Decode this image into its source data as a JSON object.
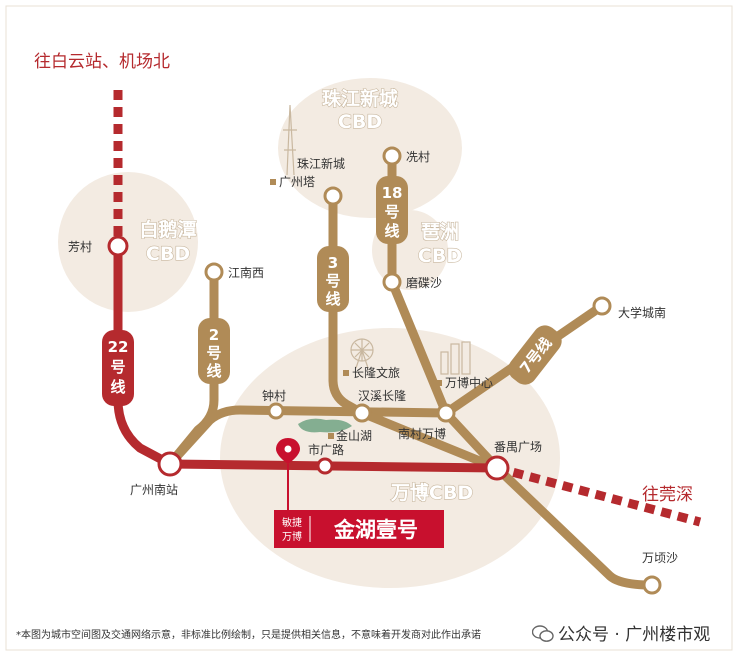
{
  "map": {
    "direction_north": "往白云站、机场北",
    "direction_east": "往莞深",
    "cbd_zones": {
      "zhujiang": [
        "珠江新城",
        "CBD"
      ],
      "baietan": [
        "白鹅潭",
        "CBD"
      ],
      "pazhou": [
        "琶洲",
        "CBD"
      ],
      "wanbo": "万博CBD"
    },
    "lines": {
      "line22": "22号线",
      "line2": "2号线",
      "line3": "3号线",
      "line18": "18号线",
      "line7": "7号线"
    },
    "stations": {
      "fangcun": "芳村",
      "jiangnanxi": "江南西",
      "zhujiangxincheng": "珠江新城",
      "xiancun": "冼村",
      "modiesha": "磨碟沙",
      "daxuechengnan": "大学城南",
      "zhongcun": "钟村",
      "hanxichanglong": "汉溪长隆",
      "nancunwanbo": "南村万博",
      "panyuguangchang": "番禺广场",
      "shiguanglu": "市广路",
      "guangzhounanzhan": "广州南站",
      "wanqingsha": "万顷沙"
    },
    "landmarks": {
      "canton_tower": "广州塔",
      "chimelong": "长隆文旅",
      "wanbo_center": "万博中心",
      "jinshan_lake": "金山湖"
    },
    "project": {
      "tag": [
        "敏捷",
        "万博"
      ],
      "name": "金湖壹号"
    },
    "colors": {
      "line22": "#b52a2e",
      "metro_gold": "#b08b57",
      "cbd_fill": "#f3ebe2",
      "cbd_text_outline": "#c9b8a0",
      "project_red": "#c8102e"
    }
  },
  "footer": {
    "note": "*本图为城市空间图及交通网络示意，非标准比例绘制，只是提供相关信息，不意味着开发商对此作出承诺",
    "credit": "公众号 · 广州楼市观"
  }
}
